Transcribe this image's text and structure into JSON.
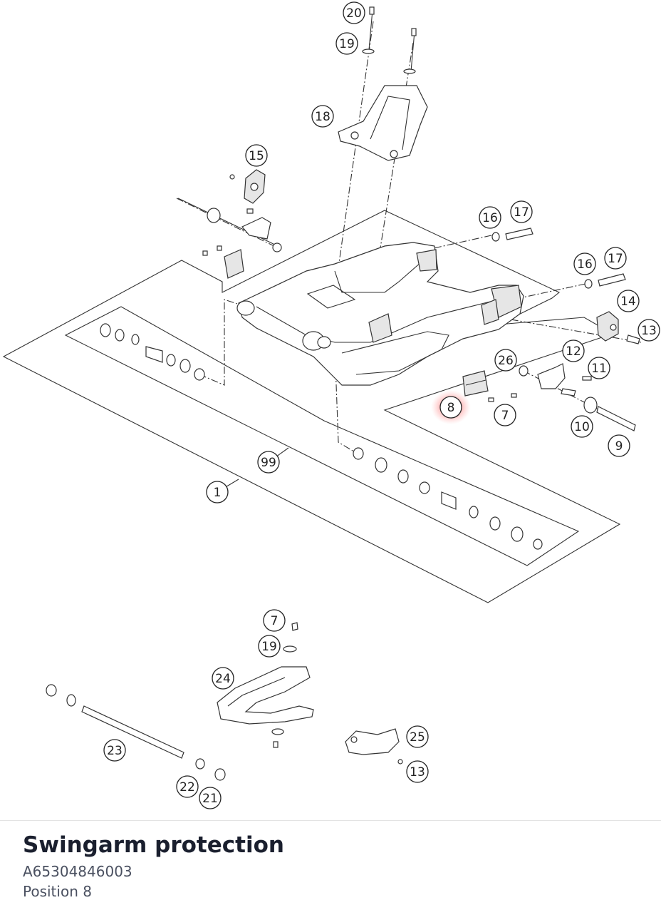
{
  "part": {
    "title": "Swingarm protection",
    "number": "A65304846003",
    "position": "Position 8",
    "highlight_color": "#e8434a"
  },
  "callouts": [
    {
      "label": "20",
      "highlighted": false
    },
    {
      "label": "19",
      "highlighted": false
    },
    {
      "label": "18",
      "highlighted": false
    },
    {
      "label": "15",
      "highlighted": false
    },
    {
      "label": "16",
      "highlighted": false
    },
    {
      "label": "17",
      "highlighted": false
    },
    {
      "label": "16",
      "highlighted": false
    },
    {
      "label": "17",
      "highlighted": false
    },
    {
      "label": "14",
      "highlighted": false
    },
    {
      "label": "13",
      "highlighted": false
    },
    {
      "label": "12",
      "highlighted": false
    },
    {
      "label": "26",
      "highlighted": false
    },
    {
      "label": "11",
      "highlighted": false
    },
    {
      "label": "8",
      "highlighted": true
    },
    {
      "label": "7",
      "highlighted": false
    },
    {
      "label": "10",
      "highlighted": false
    },
    {
      "label": "9",
      "highlighted": false
    },
    {
      "label": "99",
      "highlighted": false
    },
    {
      "label": "1",
      "highlighted": false
    },
    {
      "label": "7",
      "highlighted": false
    },
    {
      "label": "19",
      "highlighted": false
    },
    {
      "label": "24",
      "highlighted": false
    },
    {
      "label": "25",
      "highlighted": false
    },
    {
      "label": "23",
      "highlighted": false
    },
    {
      "label": "13",
      "highlighted": false
    },
    {
      "label": "22",
      "highlighted": false
    },
    {
      "label": "21",
      "highlighted": false
    }
  ]
}
